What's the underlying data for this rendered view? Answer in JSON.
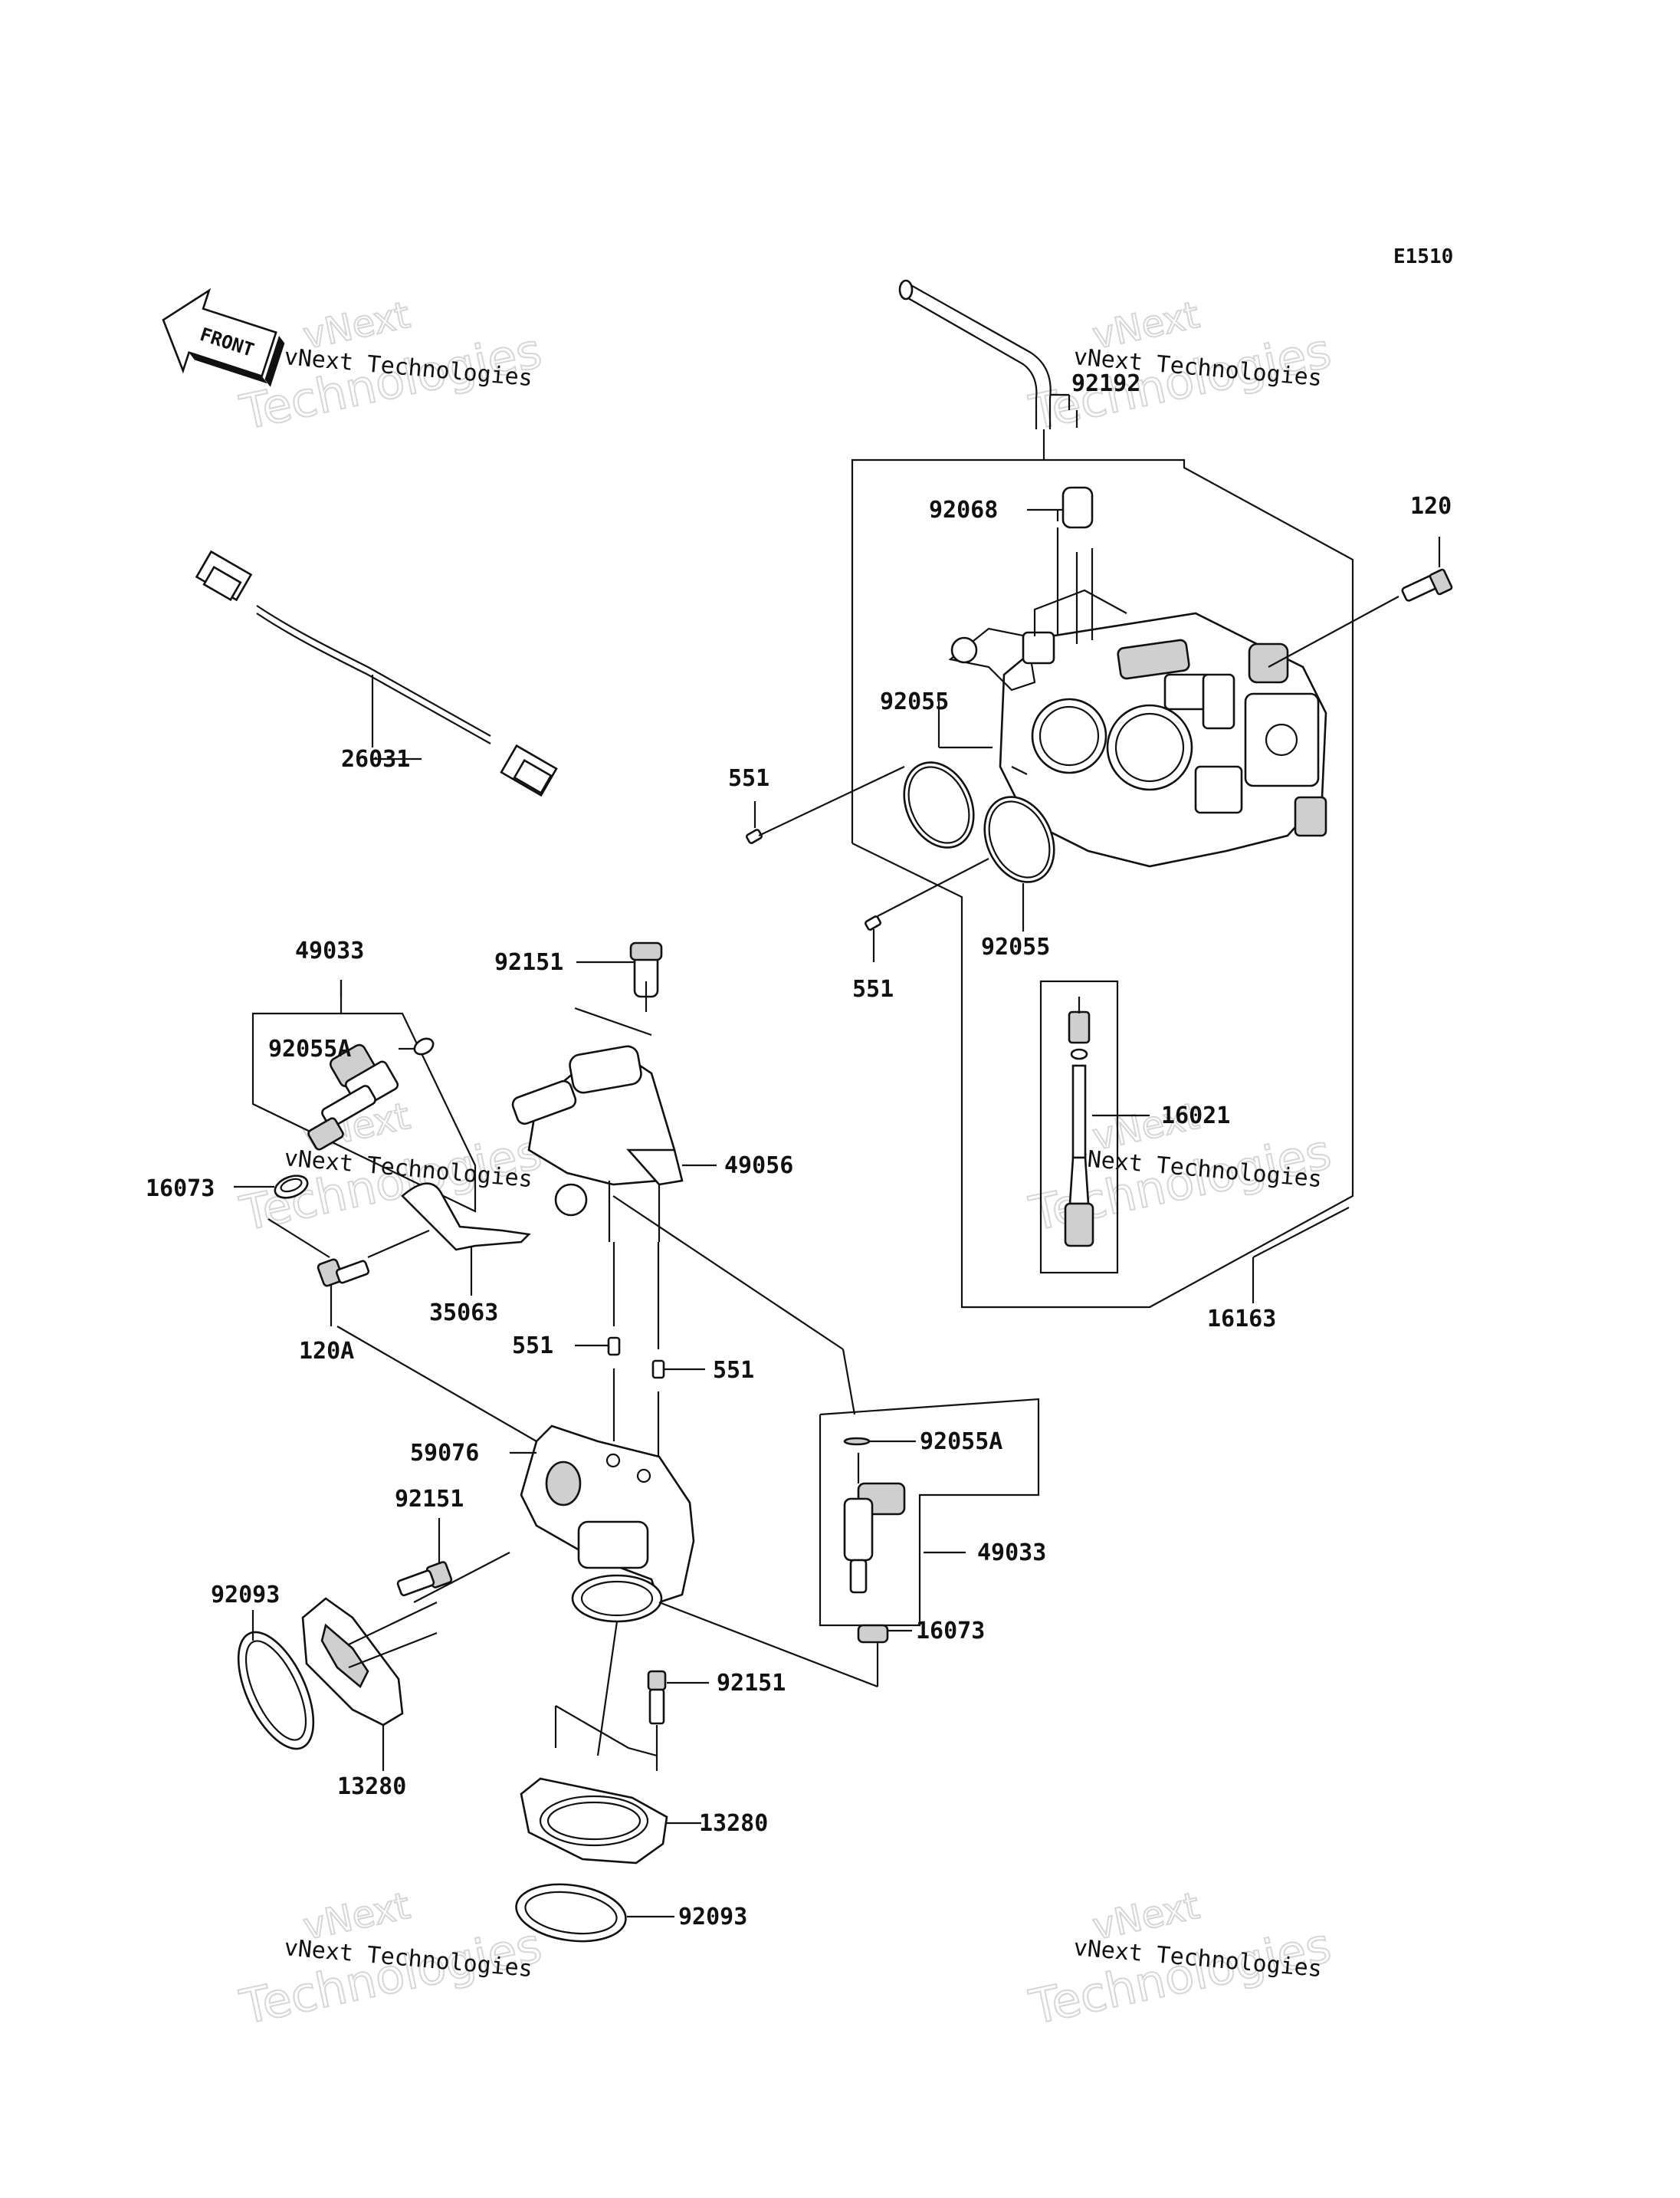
{
  "diagram": {
    "code": "E1510",
    "front_label": "FRONT",
    "watermark": {
      "line1": "vNext Technologies",
      "brand_small": "vNext",
      "brand_large": "Technologies"
    },
    "labels": {
      "l92192": "92192",
      "l92068": "92068",
      "l120": "120",
      "l92055_a": "92055",
      "l92055_b": "92055",
      "l551_a": "551",
      "l551_b": "551",
      "l26031": "26031",
      "l16021": "16021",
      "l16163": "16163",
      "l49033_top": "49033",
      "l92151_top": "92151",
      "l92055A_top": "92055A",
      "l16073_left": "16073",
      "l49056": "49056",
      "l35063": "35063",
      "l120A": "120A",
      "l551_c": "551",
      "l551_d": "551",
      "l59076": "59076",
      "l92055A_low": "92055A",
      "l92151_mid": "92151",
      "l49033_low": "49033",
      "l92093_left": "92093",
      "l16073_low": "16073",
      "l92151_low": "92151",
      "l13280_left": "13280",
      "l13280_right": "13280",
      "l92093_right": "92093"
    }
  }
}
